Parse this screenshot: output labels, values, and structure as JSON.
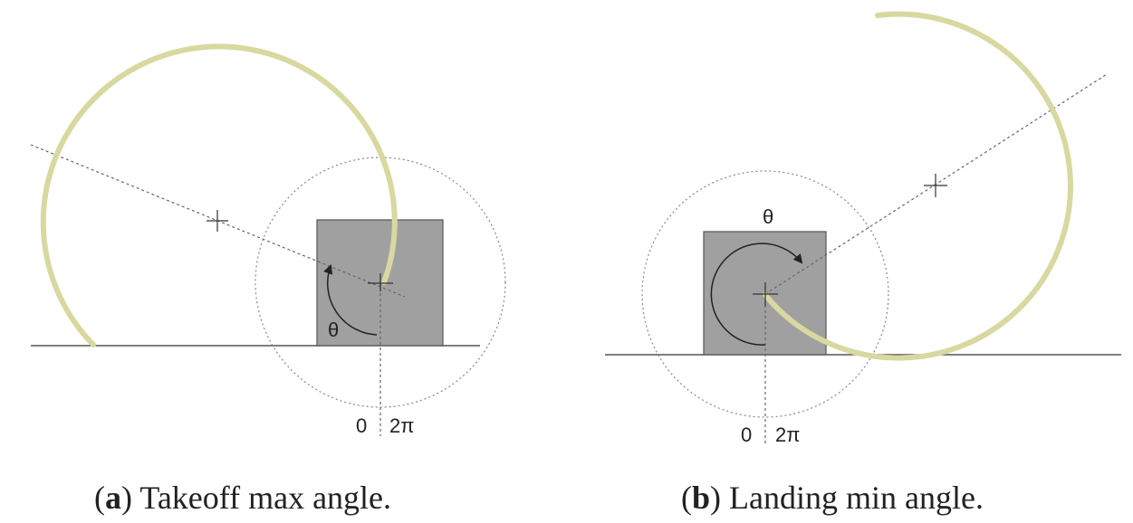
{
  "colors": {
    "path": "#d8d8a0",
    "block": "#a0a0a0",
    "block_stroke": "#555555",
    "line": "#555555",
    "dotted": "#777777",
    "text": "#222222"
  },
  "panel_a": {
    "theta_label": "θ",
    "zero_label": "0",
    "two_pi_label": "2π",
    "caption": {
      "open": "(",
      "letter": "a",
      "rest": ") Takeoff max angle."
    }
  },
  "panel_b": {
    "theta_label": "θ",
    "zero_label": "0",
    "two_pi_label": "2π",
    "caption": {
      "open": "(",
      "letter": "b",
      "rest": ") Landing min angle."
    }
  }
}
